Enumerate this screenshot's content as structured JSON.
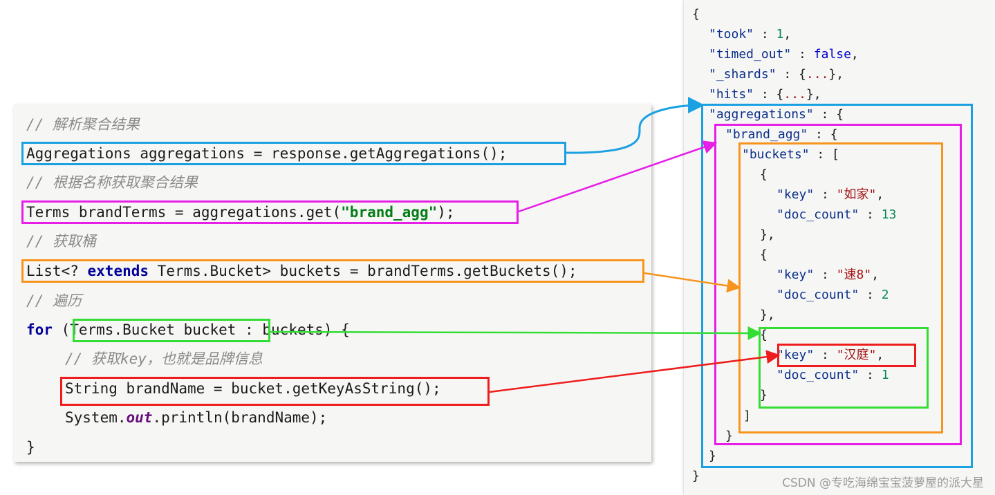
{
  "code": {
    "comment_parse": "// 解析聚合结果",
    "line_aggregations": "Aggregations aggregations = response.getAggregations();",
    "comment_get_by_name": "// 根据名称获取聚合结果",
    "line_terms_pre": "Terms brandTerms = aggregations.get(",
    "line_terms_str": "\"brand_agg\"",
    "line_terms_post": ");",
    "comment_get_buckets": "// 获取桶",
    "line_list_pre": "List<? ",
    "line_list_kw": "extends",
    "line_list_post": " Terms.Bucket> buckets = brandTerms.getBuckets();",
    "comment_iterate": "// 遍历",
    "line_for_kw": "for",
    "line_for_paren": " (",
    "line_for_var": "Terms.Bucket bucket ",
    "line_for_rest": ": buckets) {",
    "comment_key": "// 获取key，也就是品牌信息",
    "line_brandname": "String brandName = bucket.getKeyAsString();",
    "line_println_pre": "System.",
    "line_println_field": "out",
    "line_println_post": ".println(brandName);",
    "line_close": "}"
  },
  "json": {
    "open": "{",
    "took_key": "\"took\"",
    "took_val": "1",
    "timed_out_key": "\"timed_out\"",
    "timed_out_val": "false",
    "shards_key": "\"_shards\"",
    "hits_key": "\"hits\"",
    "ellipsis": "...",
    "aggregations_key": "\"aggregations\"",
    "brand_agg_key": "\"brand_agg\"",
    "buckets_key": "\"buckets\"",
    "key_key": "\"key\"",
    "doc_count_key": "\"doc_count\"",
    "bucket1_key": "\"如家\"",
    "bucket1_count": "13",
    "bucket2_key": "\"速8\"",
    "bucket2_count": "2",
    "bucket3_key": "\"汉庭\"",
    "bucket3_count": "1",
    "close": "}"
  },
  "watermark": "CSDN @专吃海绵宝宝菠萝屋的派大星",
  "colors": {
    "aggregations": "#1ba1e2",
    "brand_agg": "#e61ee6",
    "buckets": "#f7941d",
    "bucket": "#33dd33",
    "key": "#ee1c1c"
  }
}
